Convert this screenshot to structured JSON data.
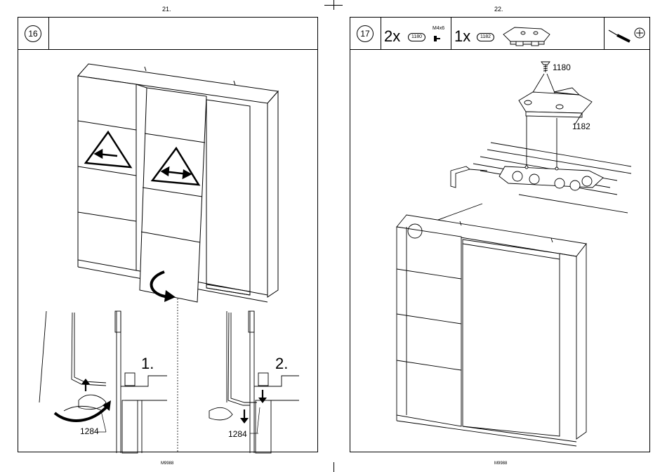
{
  "pages": {
    "left": {
      "number": "21.",
      "footer": "M9988"
    },
    "right": {
      "number": "22.",
      "footer": "M9988"
    }
  },
  "step16": {
    "step_number": "16",
    "substep_labels": [
      "1.",
      "2."
    ],
    "part_labels": [
      "1284",
      "1284"
    ]
  },
  "step17": {
    "step_number": "17",
    "parts": [
      {
        "qty": "2x",
        "part_id": "1180",
        "spec": "M4x6",
        "icon": "screw-icon"
      },
      {
        "qty": "1x",
        "part_id": "1182",
        "icon": "bracket-icon"
      }
    ],
    "tools": [
      "screwdriver-icon",
      "phillips-head-icon"
    ],
    "callout_labels": [
      "1180",
      "1182"
    ]
  }
}
